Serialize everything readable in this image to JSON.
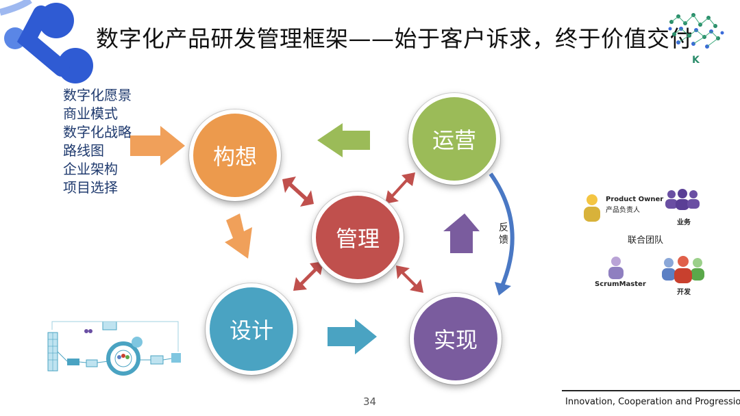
{
  "title": "数字化产品研发管理框架——始于客户诉求，终于价值交付",
  "left_list": [
    "数字化愿景",
    "商业模式",
    "数字化战略",
    "路线图",
    "企业架构",
    "项目选择"
  ],
  "nodes": {
    "conceive": {
      "label": "构想",
      "color": "#ec9a4d"
    },
    "operate": {
      "label": "运营",
      "color": "#9bbb58"
    },
    "manage": {
      "label": "管理",
      "color": "#c0504d"
    },
    "design": {
      "label": "设计",
      "color": "#4aa3c2"
    },
    "implement": {
      "label": "实现",
      "color": "#7a5c9e"
    }
  },
  "feedback_label": [
    "反",
    "馈"
  ],
  "team": {
    "product_owner_en": "Product Owner",
    "product_owner_cn": "产品负责人",
    "business": "业务",
    "caption": "联合团队",
    "scrum_master": "ScrumMaster",
    "dev": "开发"
  },
  "page_number": "34",
  "footer": "Innovation, Cooperation and Progression"
}
